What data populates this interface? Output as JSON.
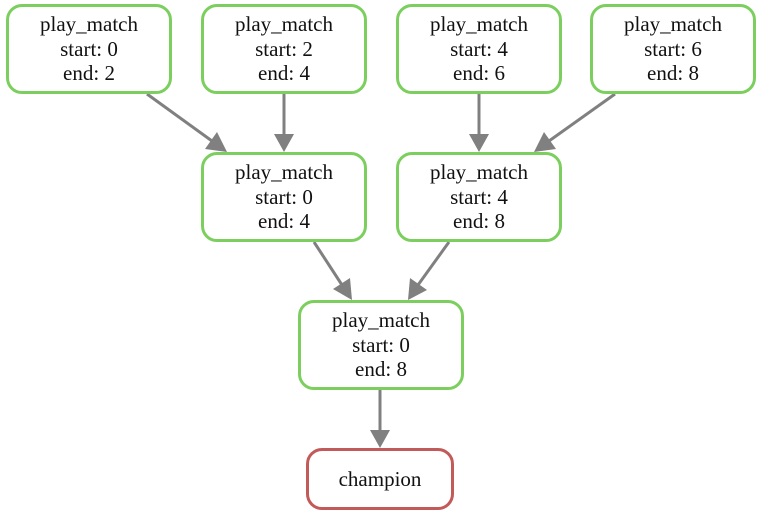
{
  "nodes": {
    "m_0_2": {
      "name": "play_match",
      "start": "start: 0",
      "end": "end: 2"
    },
    "m_2_4": {
      "name": "play_match",
      "start": "start: 2",
      "end": "end: 4"
    },
    "m_4_6": {
      "name": "play_match",
      "start": "start: 4",
      "end": "end: 6"
    },
    "m_6_8": {
      "name": "play_match",
      "start": "start: 6",
      "end": "end: 8"
    },
    "m_0_4": {
      "name": "play_match",
      "start": "start: 0",
      "end": "end: 4"
    },
    "m_4_8": {
      "name": "play_match",
      "start": "start: 4",
      "end": "end: 8"
    },
    "m_0_8": {
      "name": "play_match",
      "start": "start: 0",
      "end": "end: 8"
    },
    "champion": {
      "name": "champion"
    }
  },
  "edges": [
    [
      "m_0_2",
      "m_0_4"
    ],
    [
      "m_2_4",
      "m_0_4"
    ],
    [
      "m_4_6",
      "m_4_8"
    ],
    [
      "m_6_8",
      "m_4_8"
    ],
    [
      "m_0_4",
      "m_0_8"
    ],
    [
      "m_4_8",
      "m_0_8"
    ],
    [
      "m_0_8",
      "champion"
    ]
  ],
  "colors": {
    "task_border": "#7ccf5f",
    "terminal_border": "#c35a5a",
    "edge": "#808080",
    "text": "#111111"
  }
}
